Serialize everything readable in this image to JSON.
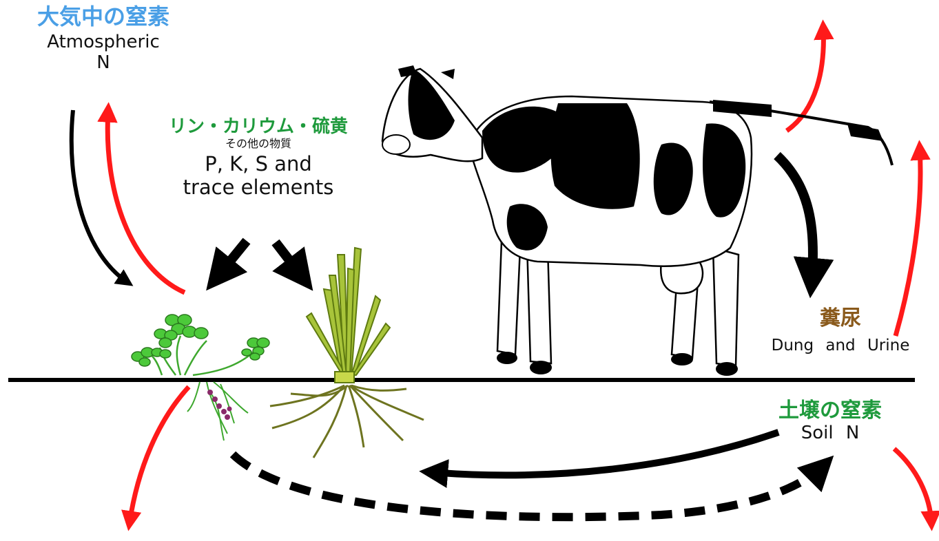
{
  "atmospheric": {
    "jp": "大気中の窒素",
    "en_line1": "Atmospheric",
    "en_line2": "N"
  },
  "minerals": {
    "jp": "リン・カリウム・硫黄",
    "jp_sub": "その他の物質",
    "en_line1": "P, K, S  and",
    "en_line2": "trace elements"
  },
  "dung": {
    "jp": "糞尿",
    "en": "Dung  and  Urine"
  },
  "soil": {
    "jp": "土壌の窒素",
    "en": "Soil  N"
  },
  "colors": {
    "loss_arrow": "#ff1a1a",
    "flow_arrow": "#000000",
    "ground": "#000000",
    "clover": "#4cc93a",
    "grass": "#8aa81e"
  }
}
